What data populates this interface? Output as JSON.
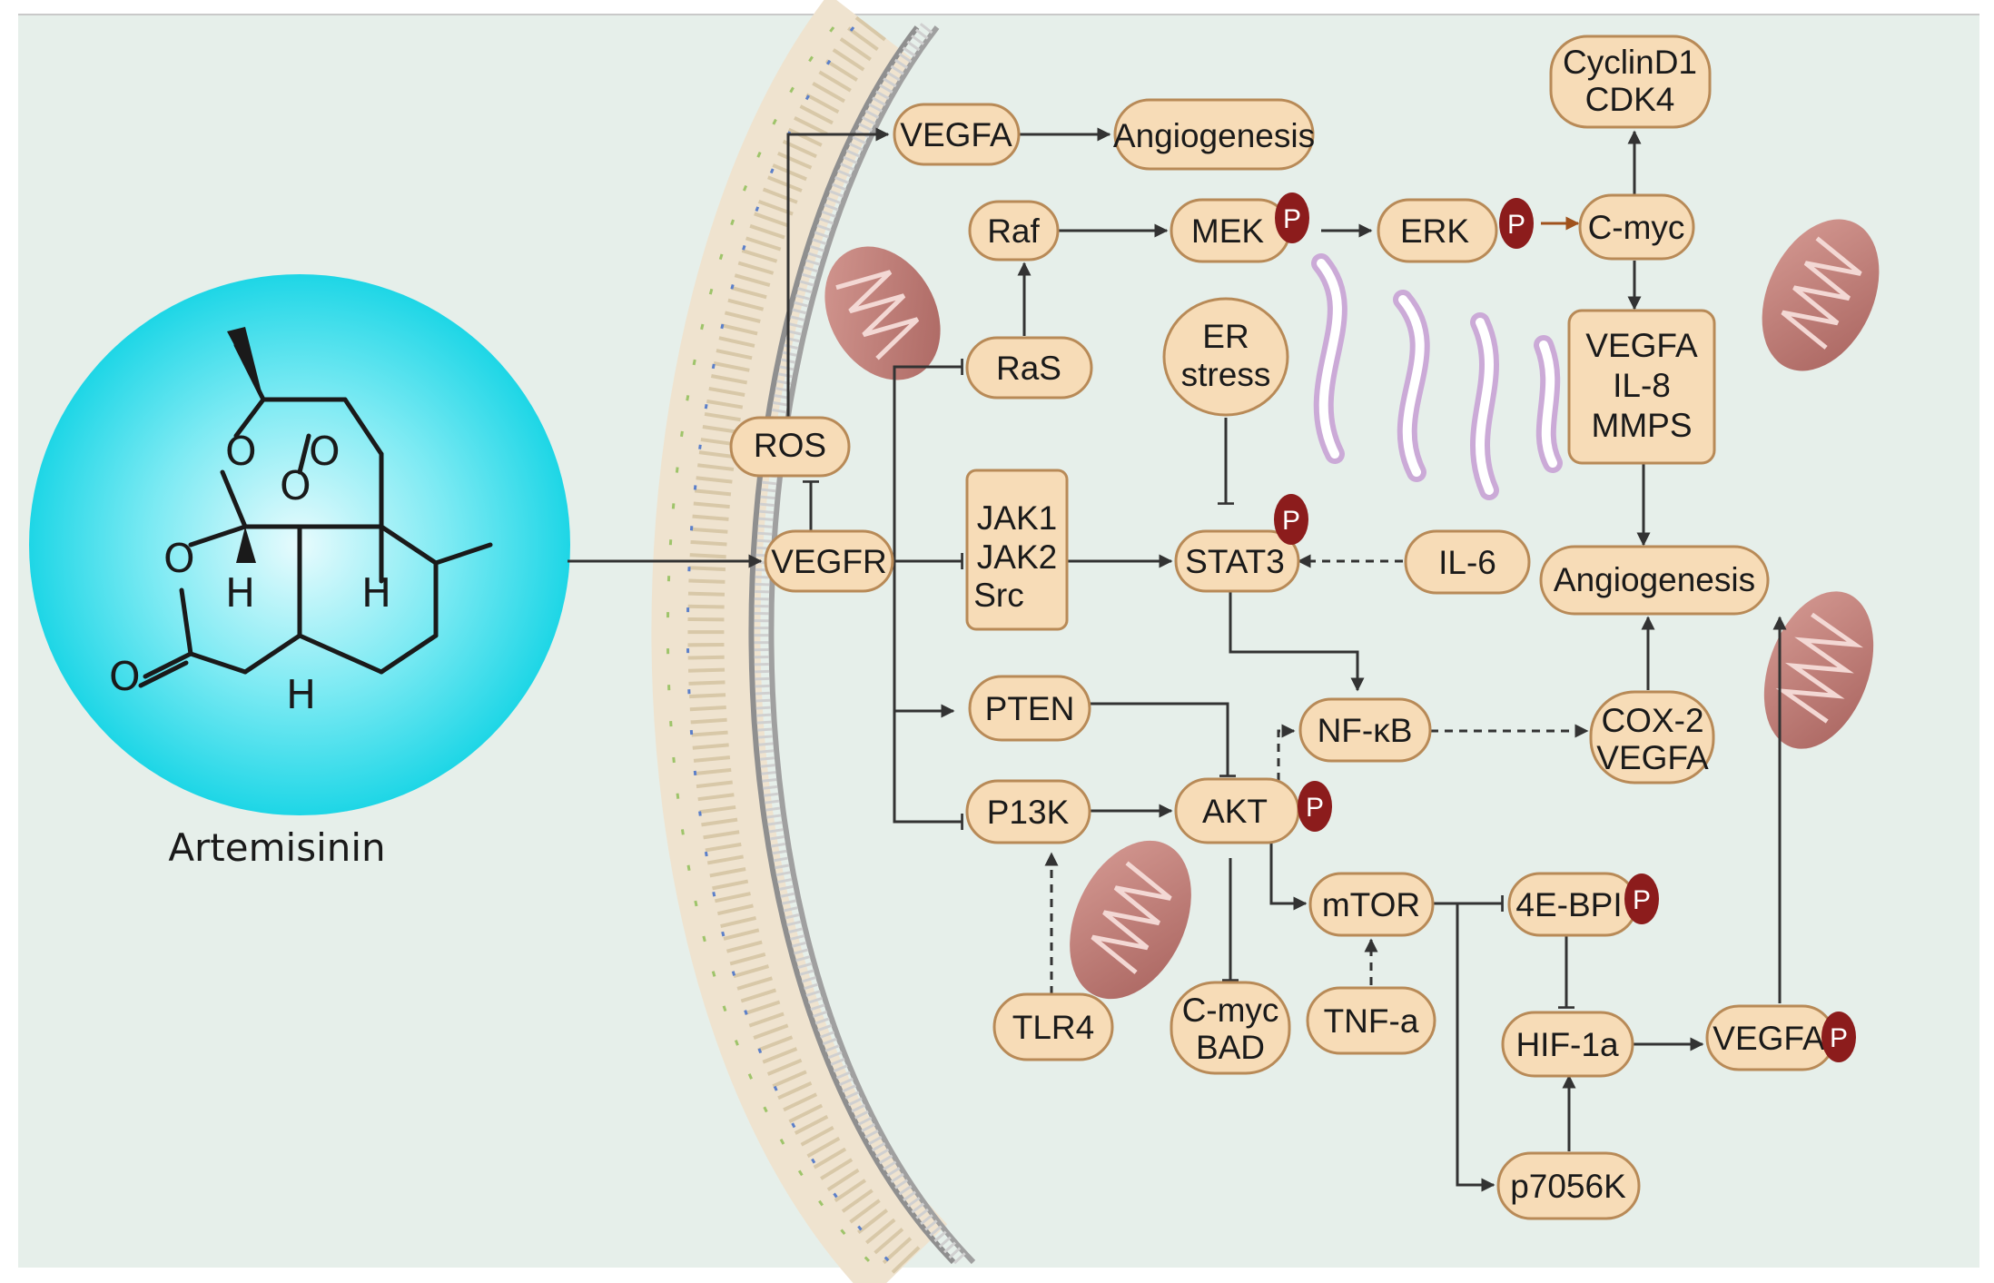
{
  "drug": {
    "name": "Artemisinin",
    "color": "#22dceb"
  },
  "colors": {
    "background": "#e6efea",
    "node_fill": "#f7dcb7",
    "node_stroke": "#b88a57",
    "phospho": "#8c1c1c",
    "mitochondria": "#c98a84",
    "er": "#c9a3d6",
    "arrow": "#333333"
  },
  "nodes": {
    "ros": "ROS",
    "vegfr": "VEGFR",
    "vegfa_top": "VEGFA",
    "angiogenesis_top": "Angiogenesis",
    "raf": "Raf",
    "mek": "MEK",
    "erk": "ERK",
    "cmyc_top": "C-myc",
    "cyclin_line1": "CyclinD1",
    "cyclin_line2": "CDK4",
    "ras": "RaS",
    "er_stress_line1": "ER",
    "er_stress_line2": "stress",
    "vil_line1": "VEGFA",
    "vil_line2": "IL-8",
    "vil_line3": "MMPS",
    "jak_line1": "JAK1",
    "jak_line2": "JAK2",
    "jak_line3": "Src",
    "stat3": "STAT3",
    "il6": "IL-6",
    "angiogenesis_right": "Angiogenesis",
    "pten": "PTEN",
    "nfkb": "NF-κB",
    "cox_line1": "COX-2",
    "cox_line2": "VEGFA",
    "p13k": "P13K",
    "akt": "AKT",
    "mtor": "mTOR",
    "ebp": "4E-BPI",
    "tlr4": "TLR4",
    "cmyc_bad_line1": "C-myc",
    "cmyc_bad_line2": "BAD",
    "tnfa": "TNF-a",
    "hif": "HIF-1a",
    "vegfa_bottom": "VEGFA",
    "p7056k": "p7056K"
  },
  "phospho_label": "P"
}
